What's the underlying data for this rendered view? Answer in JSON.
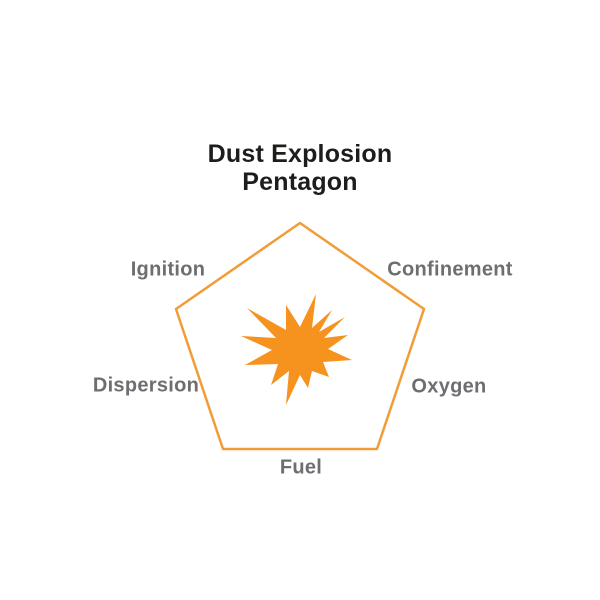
{
  "title": {
    "line1": "Dust Explosion",
    "line2": "Pentagon"
  },
  "labels": [
    {
      "id": "ignition",
      "text": "Ignition"
    },
    {
      "id": "confinement",
      "text": "Confinement"
    },
    {
      "id": "dispersion",
      "text": "Dispersion"
    },
    {
      "id": "oxygen",
      "text": "Oxygen"
    },
    {
      "id": "fuel",
      "text": "Fuel"
    }
  ],
  "icons": {
    "explosion": "explosion-starburst-icon"
  },
  "colors": {
    "background": "#ffffff",
    "title_black": "#1d1d1b",
    "label_gray": "#6d6e71",
    "pentagon_stroke": "#f29c38",
    "explosion_fill": "#f6921e"
  }
}
